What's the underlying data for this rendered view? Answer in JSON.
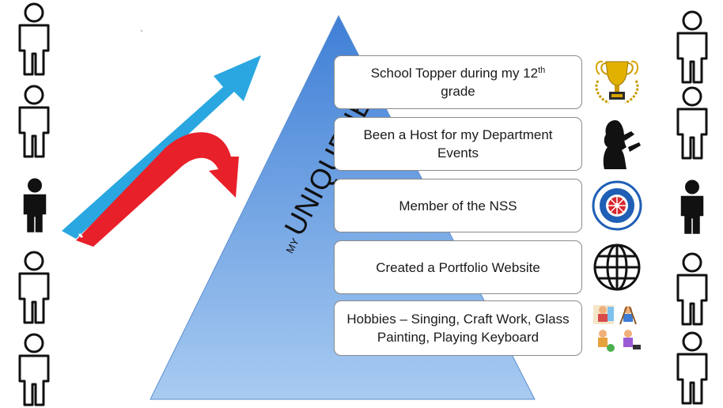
{
  "title": {
    "my": "MY",
    "main": "UNIQUENESS"
  },
  "items": [
    {
      "text": "School Topper during my 12",
      "sup": "th",
      "text2": "grade",
      "icon": "trophy-icon"
    },
    {
      "text": "Been a Host for my Department Events",
      "icon": "host-silhouette-icon"
    },
    {
      "text": "Member of the NSS",
      "icon": "nss-logo-icon"
    },
    {
      "text": "Created a Portfolio Website",
      "icon": "globe-icon"
    },
    {
      "text": "Hobbies – Singing, Craft Work, Glass Painting, Playing Keyboard",
      "icon": "hobbies-icon"
    }
  ],
  "colors": {
    "pyramid_top": "#3f7fd6",
    "pyramid_bottom": "#9ec3ee",
    "arrow_blue": "#2aa7e0",
    "arrow_red": "#e8202a",
    "trophy_gold": "#d9a400",
    "nss_blue": "#1f5fb5",
    "nss_red": "#d9262c"
  }
}
